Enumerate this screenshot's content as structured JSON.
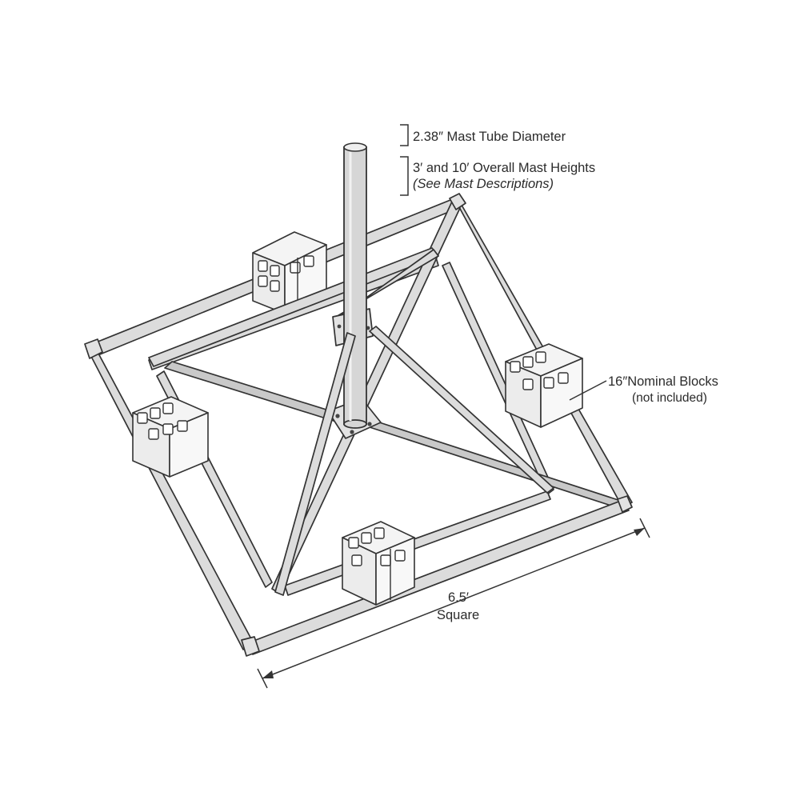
{
  "labels": {
    "mast_diameter": "2.38″ Mast Tube Diameter",
    "mast_heights": "3′ and 10′ Overall Mast Heights",
    "mast_heights_note": "(See Mast Descriptions)",
    "blocks": "16″Nominal Blocks",
    "blocks_note": "(not included)",
    "size_value": "6.5′",
    "size_unit": "Square"
  },
  "colors": {
    "steel": "#dcdcdc",
    "outline": "#333333",
    "block": "#f4f4f4"
  }
}
